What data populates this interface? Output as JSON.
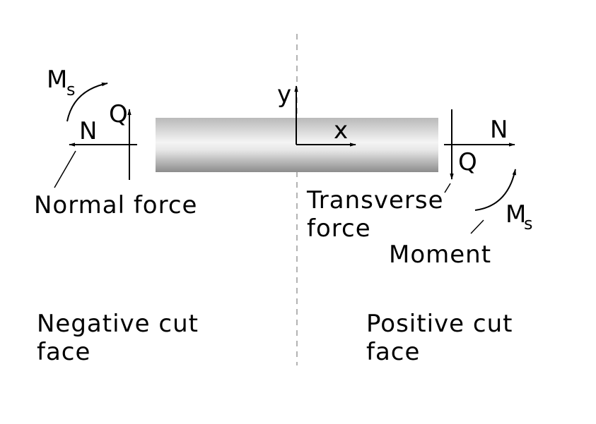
{
  "axes": {
    "y_label": "y",
    "x_label": "x"
  },
  "negative_face": {
    "moment_symbol": "M",
    "moment_subscript": "s",
    "normal_symbol": "N",
    "transverse_symbol": "Q",
    "normal_force_label": "Normal force",
    "face_label_line1": "Negative cut",
    "face_label_line2": "face"
  },
  "positive_face": {
    "normal_symbol": "N",
    "transverse_symbol": "Q",
    "moment_symbol": "M",
    "moment_subscript": "s",
    "transverse_label_line1": "Transverse",
    "transverse_label_line2": "force",
    "moment_label": "Moment",
    "face_label_line1": "Positive cut",
    "face_label_line2": "face"
  },
  "colors": {
    "line": "#000000",
    "cut_line": "#9a9a9a",
    "beam_dark": "#8a8a8a",
    "beam_light": "#f2f2f2"
  }
}
